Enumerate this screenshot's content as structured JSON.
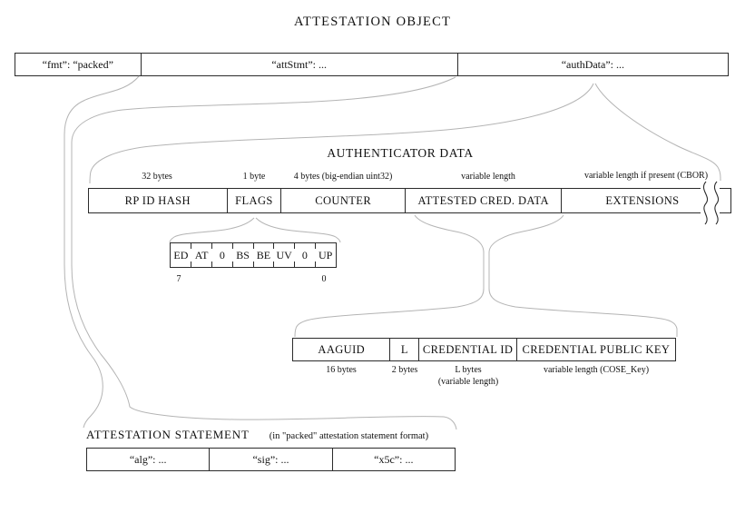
{
  "diagram": {
    "title": "ATTESTATION OBJECT",
    "attestation_object": {
      "fmt": "“fmt”: “packed”",
      "attStmt": "“attStmt”: ...",
      "authData": "“authData”: ..."
    },
    "authenticator_data": {
      "title": "AUTHENTICATOR DATA",
      "fields": [
        {
          "label": "RP ID HASH",
          "size": "32 bytes"
        },
        {
          "label": "FLAGS",
          "size": "1 byte"
        },
        {
          "label": "COUNTER",
          "size": "4 bytes (big-endian uint32)"
        },
        {
          "label": "ATTESTED CRED. DATA",
          "size": "variable length"
        },
        {
          "label": "EXTENSIONS",
          "size": "variable length if present (CBOR)"
        }
      ]
    },
    "flags": {
      "bits": [
        "ED",
        "AT",
        "0",
        "BS",
        "BE",
        "UV",
        "0",
        "UP"
      ],
      "high_bit": "7",
      "low_bit": "0"
    },
    "attested_credential_data": {
      "fields": [
        {
          "label": "AAGUID",
          "size": "16 bytes"
        },
        {
          "label": "L",
          "size": "2 bytes"
        },
        {
          "label": "CREDENTIAL ID",
          "size": "L bytes",
          "size_note": "(variable length)"
        },
        {
          "label": "CREDENTIAL PUBLIC KEY",
          "size": "variable length (COSE_Key)"
        }
      ]
    },
    "attestation_statement": {
      "title": "ATTESTATION STATEMENT",
      "subtitle": "(in \"packed\" attestation statement format)",
      "cells": [
        {
          "label": "“alg”: ..."
        },
        {
          "label": "“sig”: ..."
        },
        {
          "label": "“x5c”: ..."
        }
      ]
    },
    "colors": {
      "border": "#2b2b2b",
      "connector": "#b4b4b4",
      "background": "#ffffff",
      "text": "#111111"
    }
  }
}
